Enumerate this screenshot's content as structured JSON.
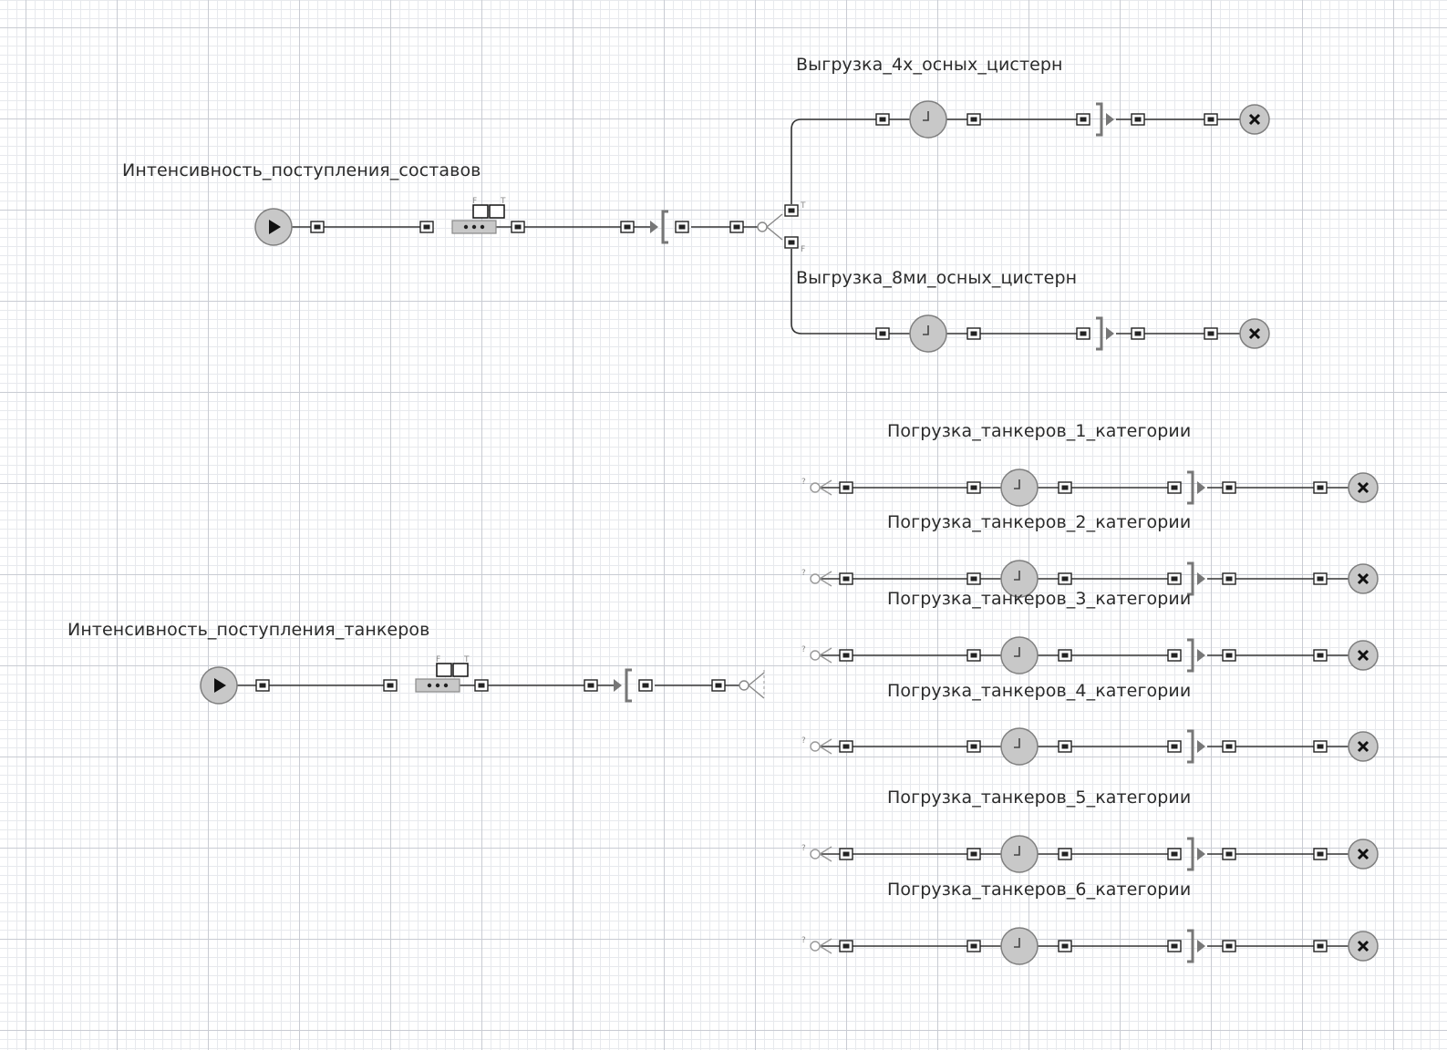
{
  "labels": {
    "source_trains": "Интенсивность_поступления_составов",
    "source_tankers": "Интенсивность_поступления_танкеров",
    "unload_4x": "Выгрузка_4х_осных_цистерн",
    "unload_8x": "Выгрузка_8ми_осных_цистерн",
    "load_1": "Погрузка_танкеров_1_категории",
    "load_2": "Погрузка_танкеров_2_категории",
    "load_3": "Погрузка_танкеров_3_категории",
    "load_4": "Погрузка_танкеров_4_категории",
    "load_5": "Погрузка_танкеров_5_категории",
    "load_6": "Погрузка_танкеров_6_категории"
  },
  "port_tags": {
    "true": "T",
    "false": "F",
    "unknown": "?"
  },
  "icons": {
    "source": "play-icon",
    "queue": "queue-icon",
    "seize": "seize-bracket-icon",
    "select_output": "select-output-icon",
    "delay": "clock-icon",
    "release": "release-bracket-icon",
    "sink": "close-x-icon",
    "enter": "enter-icon"
  },
  "colors": {
    "block_fill": "#c8c8c8",
    "block_stroke": "#7f7f7f",
    "wire": "#333333",
    "grid": "#c9ccd3"
  }
}
